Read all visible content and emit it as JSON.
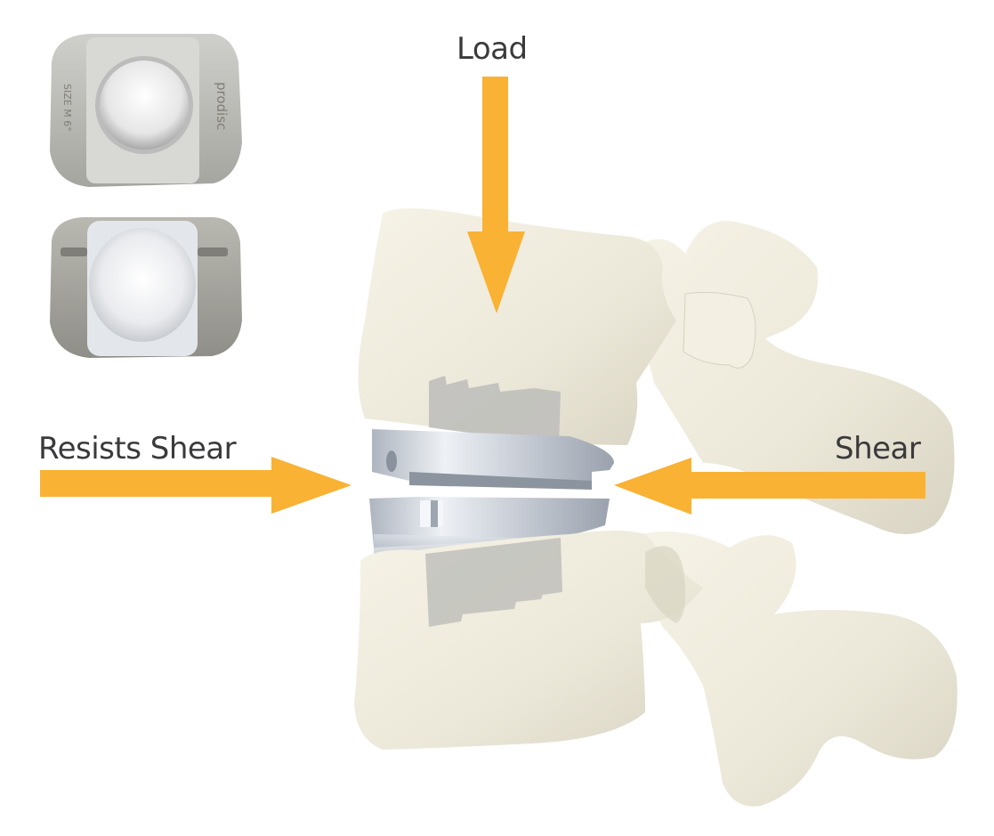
{
  "diagram": {
    "subject": "Total disc replacement implant between lumbar vertebrae",
    "labels": {
      "load": "Load",
      "resists_shear": "Resists Shear",
      "shear": "Shear"
    },
    "implant_views": {
      "top_endplate_text_size": "SIZE M 6°",
      "top_endplate_text_brand": "prodisc"
    },
    "colors": {
      "arrow": "#f9b233",
      "label_text": "#3a3a3c",
      "bone": "#efebdd",
      "bone_shadow": "#d9d4c3",
      "metal": "#c9ced6",
      "metal_light": "#eef1f5",
      "porous_coating": "#bcbcbc",
      "background": "#ffffff"
    }
  }
}
